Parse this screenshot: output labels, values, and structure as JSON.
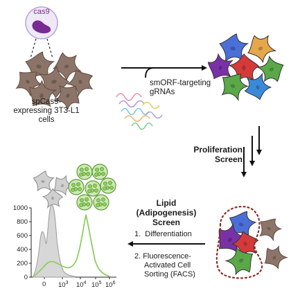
{
  "cas9_label": "cas9",
  "cells_label": [
    "spCas9-",
    "expressing 3T3-L1",
    "cells"
  ],
  "grna_label": [
    "smORF-targeting",
    "gRNAs"
  ],
  "proliferation_label": [
    "Proliferation",
    "Screen"
  ],
  "lipid_label": [
    "Lipid",
    "(Adipogenesis)",
    "Screen"
  ],
  "steps": [
    {
      "num": "1.",
      "text": [
        "Differentiation"
      ]
    },
    {
      "num": "2.",
      "text": [
        "Fluorescence-",
        "Activated Cell",
        "Sorting (FACS)"
      ]
    }
  ],
  "colors": {
    "brown_cell": "#8c7568",
    "grey_cell": "#d0d0d0",
    "green_signal": "#8fcd60",
    "purple_cas9": "#7a2a93",
    "dotted_outline": "#8e2b24",
    "edited_cells": [
      "#4a6fd6",
      "#e5a74a",
      "#d43a3a",
      "#7a31a8",
      "#5aa848",
      "#3b8ad9"
    ]
  },
  "histogram": {
    "y_ticks": [
      "0",
      "200",
      "400",
      "600",
      "800",
      "1000"
    ],
    "x_ticks": [
      {
        "label": "0",
        "exp": ""
      },
      {
        "label": "10",
        "exp": "3"
      },
      {
        "label": "10",
        "exp": "4"
      },
      {
        "label": "10",
        "exp": "5"
      },
      {
        "label": "10",
        "exp": "6"
      }
    ]
  }
}
